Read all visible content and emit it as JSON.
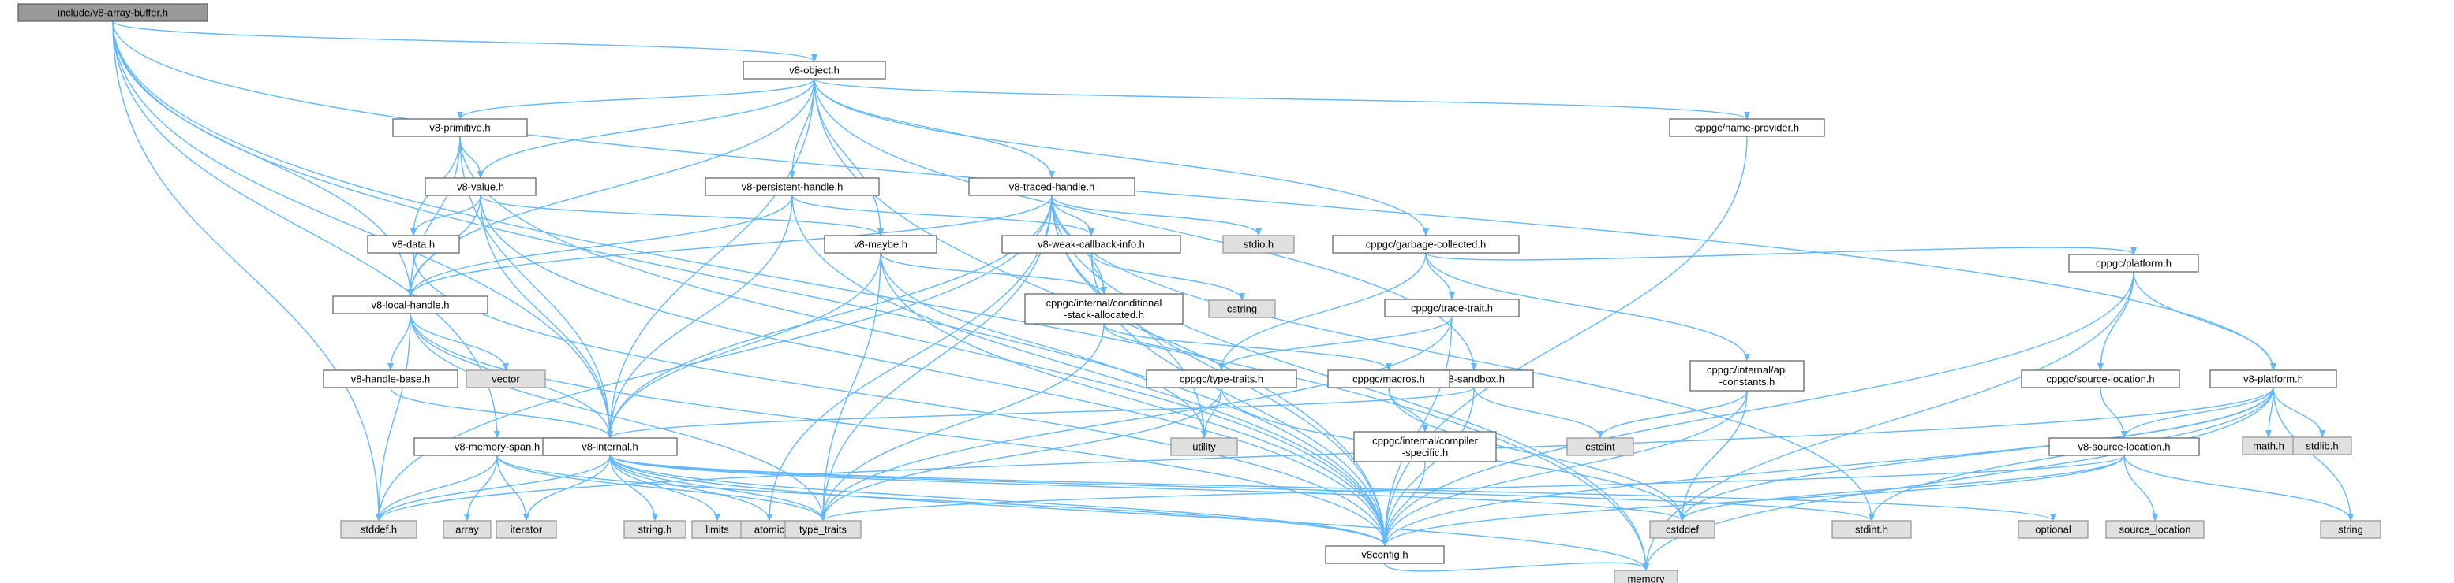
{
  "graph": {
    "edge_color": "#63b8ff",
    "root_fill": "#999999",
    "system_header_fill": "#e0e0e0",
    "nodes": [
      {
        "id": "root",
        "label": "include/v8-array-buffer.h",
        "kind": "root"
      },
      {
        "id": "object",
        "label": "v8-object.h",
        "kind": "doc"
      },
      {
        "id": "primitive",
        "label": "v8-primitive.h",
        "kind": "doc"
      },
      {
        "id": "value",
        "label": "v8-value.h",
        "kind": "doc"
      },
      {
        "id": "data",
        "label": "v8-data.h",
        "kind": "doc"
      },
      {
        "id": "localhandle",
        "label": "v8-local-handle.h",
        "kind": "doc"
      },
      {
        "id": "handlebase",
        "label": "v8-handle-base.h",
        "kind": "doc"
      },
      {
        "id": "memspan",
        "label": "v8-memory-span.h",
        "kind": "doc"
      },
      {
        "id": "internal",
        "label": "v8-internal.h",
        "kind": "doc"
      },
      {
        "id": "persistent",
        "label": "v8-persistent-handle.h",
        "kind": "doc"
      },
      {
        "id": "traced",
        "label": "v8-traced-handle.h",
        "kind": "doc"
      },
      {
        "id": "maybe",
        "label": "v8-maybe.h",
        "kind": "doc"
      },
      {
        "id": "weakcb",
        "label": "v8-weak-callback-info.h",
        "kind": "doc"
      },
      {
        "id": "condstack",
        "label": [
          "cppgc/internal/conditional",
          "-stack-allocated.h"
        ],
        "kind": "doc"
      },
      {
        "id": "typetraits",
        "label": "cppgc/type-traits.h",
        "kind": "doc"
      },
      {
        "id": "sandbox",
        "label": "v8-sandbox.h",
        "kind": "doc"
      },
      {
        "id": "macros",
        "label": "cppgc/macros.h",
        "kind": "doc"
      },
      {
        "id": "compiler",
        "label": [
          "cppgc/internal/compiler",
          "-specific.h"
        ],
        "kind": "doc"
      },
      {
        "id": "v8config",
        "label": "v8config.h",
        "kind": "doc"
      },
      {
        "id": "nameprov",
        "label": "cppgc/name-provider.h",
        "kind": "doc"
      },
      {
        "id": "garbage",
        "label": "cppgc/garbage-collected.h",
        "kind": "doc"
      },
      {
        "id": "tracetrait",
        "label": "cppgc/trace-trait.h",
        "kind": "doc"
      },
      {
        "id": "apiconst",
        "label": [
          "cppgc/internal/api",
          "-constants.h"
        ],
        "kind": "doc"
      },
      {
        "id": "cppgcplat",
        "label": "cppgc/platform.h",
        "kind": "doc"
      },
      {
        "id": "cppgcsrcloc",
        "label": "cppgc/source-location.h",
        "kind": "doc"
      },
      {
        "id": "v8platform",
        "label": "v8-platform.h",
        "kind": "doc"
      },
      {
        "id": "v8srcloc",
        "label": "v8-source-location.h",
        "kind": "doc"
      },
      {
        "id": "vector",
        "label": "vector",
        "kind": "sys"
      },
      {
        "id": "stdio",
        "label": "stdio.h",
        "kind": "sys"
      },
      {
        "id": "cstring",
        "label": "cstring",
        "kind": "sys"
      },
      {
        "id": "utility",
        "label": "utility",
        "kind": "sys"
      },
      {
        "id": "cstdint",
        "label": "cstdint",
        "kind": "sys"
      },
      {
        "id": "stddef",
        "label": "stddef.h",
        "kind": "sys"
      },
      {
        "id": "array",
        "label": "array",
        "kind": "sys"
      },
      {
        "id": "iterator",
        "label": "iterator",
        "kind": "sys"
      },
      {
        "id": "stringh",
        "label": "string.h",
        "kind": "sys"
      },
      {
        "id": "limits",
        "label": "limits",
        "kind": "sys"
      },
      {
        "id": "atomic",
        "label": "atomic",
        "kind": "sys"
      },
      {
        "id": "type_traits",
        "label": "type_traits",
        "kind": "sys"
      },
      {
        "id": "cstddef",
        "label": "cstddef",
        "kind": "sys"
      },
      {
        "id": "memory",
        "label": "memory",
        "kind": "sys"
      },
      {
        "id": "stdint",
        "label": "stdint.h",
        "kind": "sys"
      },
      {
        "id": "optional",
        "label": "optional",
        "kind": "sys"
      },
      {
        "id": "source_location",
        "label": "source_location",
        "kind": "sys"
      },
      {
        "id": "string",
        "label": "string",
        "kind": "sys"
      },
      {
        "id": "math",
        "label": "math.h",
        "kind": "sys"
      },
      {
        "id": "stdlib",
        "label": "stdlib.h",
        "kind": "sys"
      }
    ],
    "edges": [
      [
        "root",
        "object"
      ],
      [
        "root",
        "localhandle"
      ],
      [
        "root",
        "memspan"
      ],
      [
        "root",
        "internal"
      ],
      [
        "root",
        "stddef"
      ],
      [
        "root",
        "memory"
      ],
      [
        "root",
        "v8config"
      ],
      [
        "root",
        "v8platform"
      ],
      [
        "object",
        "primitive"
      ],
      [
        "object",
        "value"
      ],
      [
        "object",
        "localhandle"
      ],
      [
        "object",
        "internal"
      ],
      [
        "object",
        "persistent"
      ],
      [
        "object",
        "traced"
      ],
      [
        "object",
        "maybe"
      ],
      [
        "object",
        "nameprov"
      ],
      [
        "object",
        "garbage"
      ],
      [
        "object",
        "sandbox"
      ],
      [
        "object",
        "v8config"
      ],
      [
        "primitive",
        "value"
      ],
      [
        "primitive",
        "data"
      ],
      [
        "primitive",
        "localhandle"
      ],
      [
        "primitive",
        "internal"
      ],
      [
        "primitive",
        "v8config"
      ],
      [
        "value",
        "data"
      ],
      [
        "value",
        "localhandle"
      ],
      [
        "value",
        "maybe"
      ],
      [
        "value",
        "internal"
      ],
      [
        "value",
        "v8config"
      ],
      [
        "data",
        "localhandle"
      ],
      [
        "data",
        "v8config"
      ],
      [
        "localhandle",
        "handlebase"
      ],
      [
        "localhandle",
        "vector"
      ],
      [
        "localhandle",
        "internal"
      ],
      [
        "localhandle",
        "stddef"
      ],
      [
        "localhandle",
        "type_traits"
      ],
      [
        "localhandle",
        "v8config"
      ],
      [
        "handlebase",
        "internal"
      ],
      [
        "memspan",
        "stddef"
      ],
      [
        "memspan",
        "array"
      ],
      [
        "memspan",
        "iterator"
      ],
      [
        "memspan",
        "type_traits"
      ],
      [
        "memspan",
        "v8config"
      ],
      [
        "internal",
        "stddef"
      ],
      [
        "internal",
        "stringh"
      ],
      [
        "internal",
        "limits"
      ],
      [
        "internal",
        "atomic"
      ],
      [
        "internal",
        "type_traits"
      ],
      [
        "internal",
        "iterator"
      ],
      [
        "internal",
        "memory"
      ],
      [
        "internal",
        "optional"
      ],
      [
        "internal",
        "cstddef"
      ],
      [
        "internal",
        "stdint"
      ],
      [
        "internal",
        "v8config"
      ],
      [
        "persistent",
        "localhandle"
      ],
      [
        "persistent",
        "weakcb"
      ],
      [
        "persistent",
        "internal"
      ],
      [
        "persistent",
        "v8config"
      ],
      [
        "traced",
        "localhandle"
      ],
      [
        "traced",
        "weakcb"
      ],
      [
        "traced",
        "internal"
      ],
      [
        "traced",
        "stdio"
      ],
      [
        "traced",
        "atomic"
      ],
      [
        "traced",
        "memory"
      ],
      [
        "traced",
        "stddef"
      ],
      [
        "traced",
        "type_traits"
      ],
      [
        "traced",
        "utility"
      ],
      [
        "traced",
        "stdint"
      ],
      [
        "traced",
        "v8config"
      ],
      [
        "traced",
        "condstack"
      ],
      [
        "maybe",
        "internal"
      ],
      [
        "maybe",
        "condstack"
      ],
      [
        "maybe",
        "type_traits"
      ],
      [
        "maybe",
        "utility"
      ],
      [
        "maybe",
        "v8config"
      ],
      [
        "weakcb",
        "cstring"
      ],
      [
        "weakcb",
        "condstack"
      ],
      [
        "weakcb",
        "v8config"
      ],
      [
        "condstack",
        "typetraits"
      ],
      [
        "condstack",
        "macros"
      ],
      [
        "condstack",
        "type_traits"
      ],
      [
        "typetraits",
        "utility"
      ],
      [
        "typetraits",
        "type_traits"
      ],
      [
        "typetraits",
        "cstddef"
      ],
      [
        "sandbox",
        "cstdint"
      ],
      [
        "sandbox",
        "internal"
      ],
      [
        "sandbox",
        "v8config"
      ],
      [
        "macros",
        "compiler"
      ],
      [
        "macros",
        "cstddef"
      ],
      [
        "compiler",
        "v8config"
      ],
      [
        "nameprov",
        "v8config"
      ],
      [
        "garbage",
        "tracetrait"
      ],
      [
        "garbage",
        "typetraits"
      ],
      [
        "garbage",
        "apiconst"
      ],
      [
        "garbage",
        "cppgcplat"
      ],
      [
        "tracetrait",
        "typetraits"
      ],
      [
        "tracetrait",
        "type_traits"
      ],
      [
        "tracetrait",
        "v8config"
      ],
      [
        "apiconst",
        "cstddef"
      ],
      [
        "apiconst",
        "cstdint"
      ],
      [
        "apiconst",
        "v8config"
      ],
      [
        "cppgcplat",
        "cppgcsrcloc"
      ],
      [
        "cppgcplat",
        "v8platform"
      ],
      [
        "cppgcplat",
        "memory"
      ],
      [
        "cppgcplat",
        "v8config"
      ],
      [
        "cppgcsrcloc",
        "v8srcloc"
      ],
      [
        "v8platform",
        "v8srcloc"
      ],
      [
        "v8platform",
        "math"
      ],
      [
        "v8platform",
        "stdlib"
      ],
      [
        "v8platform",
        "stddef"
      ],
      [
        "v8platform",
        "stdint"
      ],
      [
        "v8platform",
        "string"
      ],
      [
        "v8platform",
        "memory"
      ],
      [
        "v8platform",
        "v8config"
      ],
      [
        "v8platform",
        "cstddef"
      ],
      [
        "v8srcloc",
        "cstddef"
      ],
      [
        "v8srcloc",
        "source_location"
      ],
      [
        "v8srcloc",
        "string"
      ],
      [
        "v8srcloc",
        "v8config"
      ],
      [
        "v8srcloc",
        "type_traits"
      ],
      [
        "v8config",
        "memory"
      ]
    ]
  }
}
